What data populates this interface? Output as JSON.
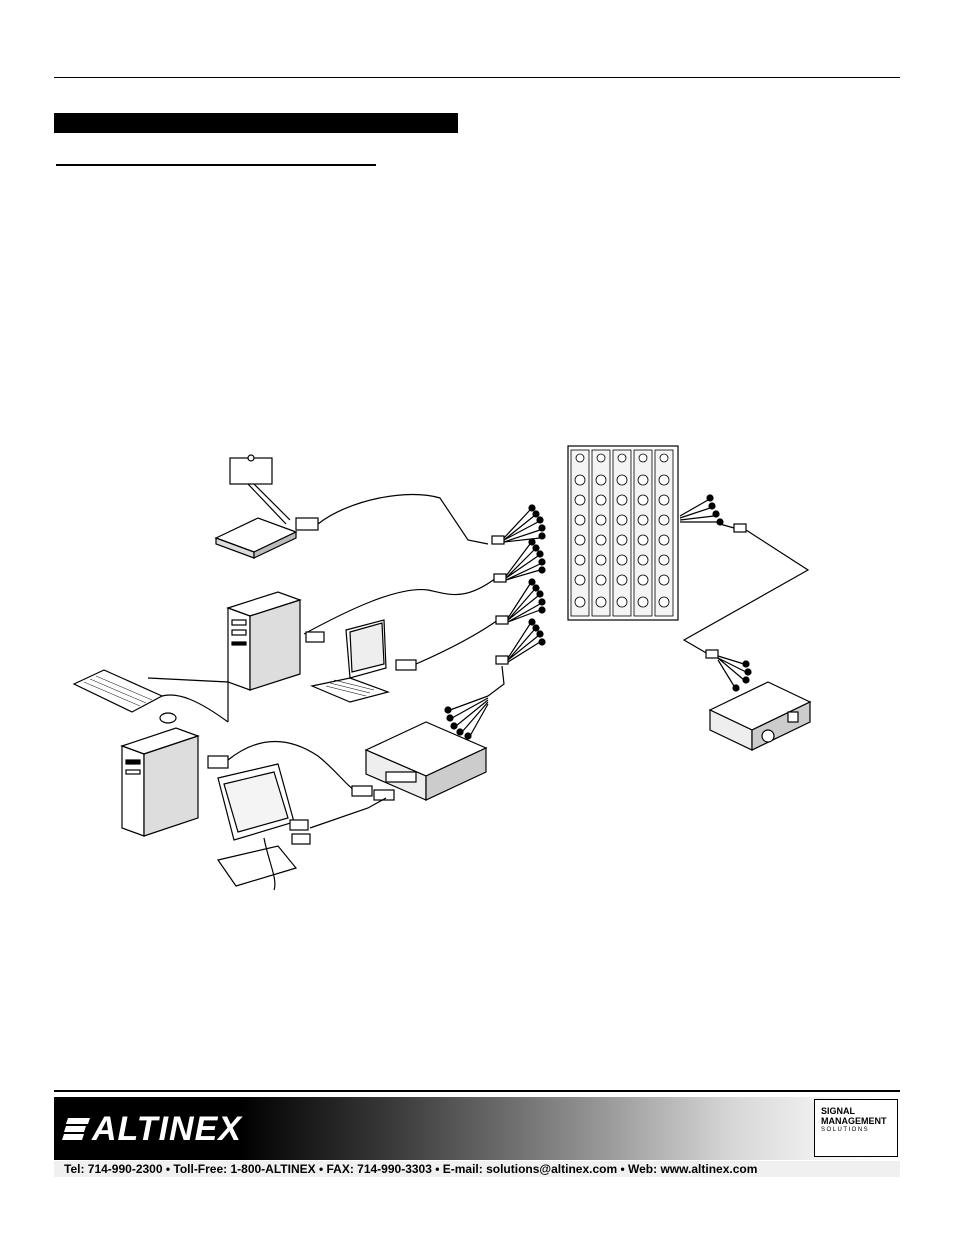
{
  "footer": {
    "brand": "ALTINEX",
    "badge": {
      "line1": "SIGNAL",
      "line2": "MANAGEMENT",
      "line3": "SOLUTIONS"
    },
    "contact": "Tel: 714-990-2300 • Toll-Free: 1-800-ALTINEX • FAX: 714-990-3303 • E-mail: solutions@altinex.com • Web: www.altinex.com"
  },
  "diagram": {
    "devices": [
      "document-camera",
      "desktop-tower",
      "laptop",
      "keyboard",
      "mouse",
      "desktop-tower-2",
      "lcd-monitor",
      "interface-box",
      "rack-switcher",
      "projector"
    ]
  }
}
